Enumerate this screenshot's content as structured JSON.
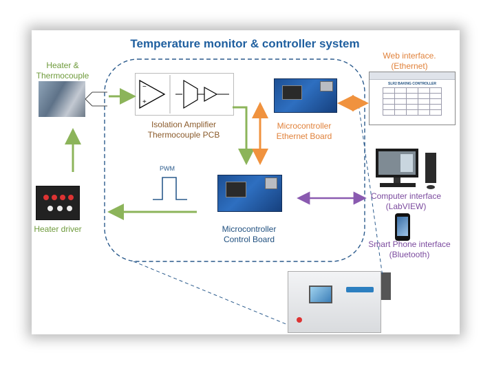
{
  "title": "Temperature monitor & controller system",
  "nodes": {
    "heater": [
      "Heater &",
      "Thermocouple"
    ],
    "heater_driver": "Heater driver",
    "isolation": [
      "Isolation Amplifier",
      "Thermocouple PCB"
    ],
    "ethernet_board": [
      "Microcontroller",
      "Ethernet Board"
    ],
    "control_board": [
      "Microcontroller",
      "Control Board"
    ],
    "web": [
      "Web interface.",
      "(Ethernet)"
    ],
    "computer": [
      "Computer interface",
      "(LabVIEW)"
    ],
    "phone": [
      "Smart Phone interface",
      "(Bluetooth)"
    ],
    "pwm": "PWM"
  },
  "web_shot_title": "SLR2 BAKING CONTROLLER",
  "colors": {
    "green": "#8cb45a",
    "orange": "#f0923e",
    "purple": "#8a5ab0",
    "dash": "#2a5a8c",
    "title": "#1f5f9f"
  }
}
